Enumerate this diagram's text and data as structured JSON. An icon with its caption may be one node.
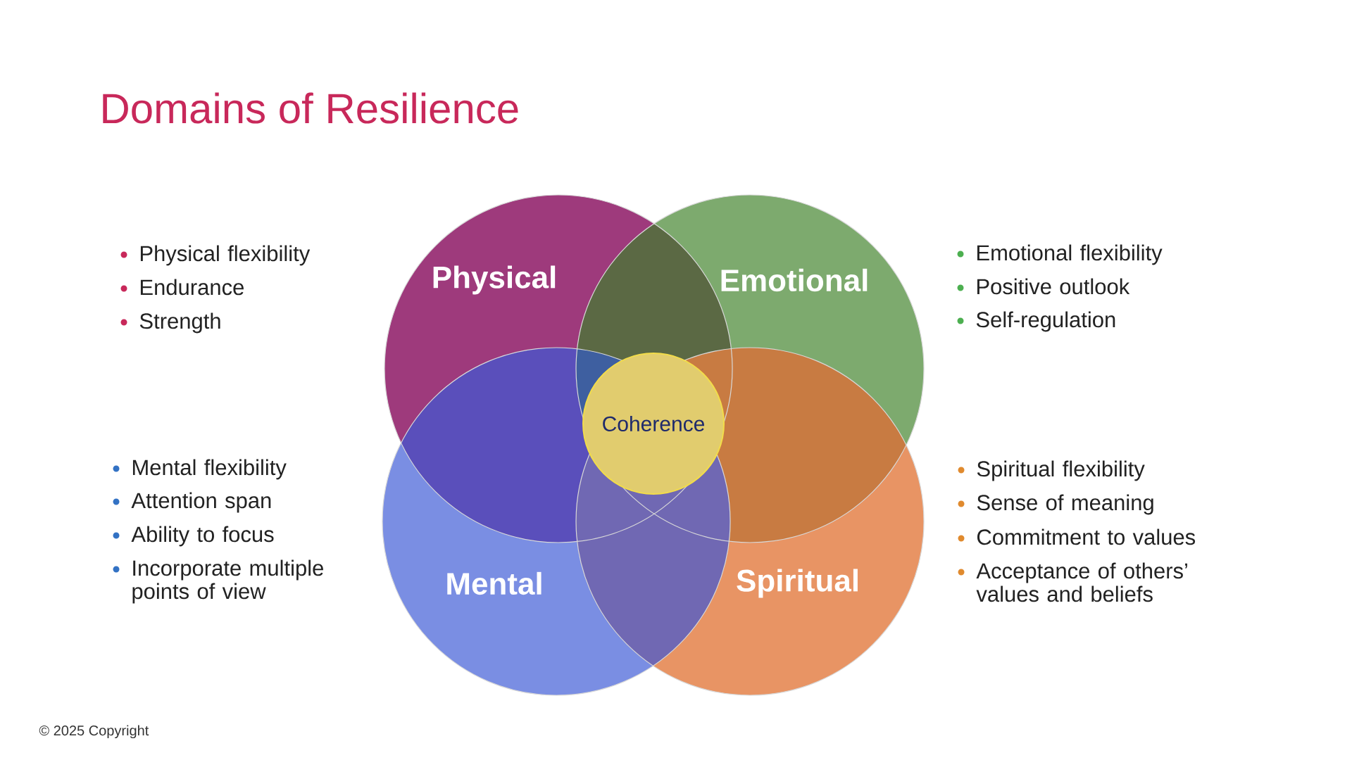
{
  "diagram": {
    "title": "Domains of Resilience",
    "nodes": [
      {
        "text": [
          "Physical"
        ]
      },
      {
        "text": [
          "Emotional"
        ]
      },
      {
        "text": [
          "Coherence"
        ]
      },
      {
        "text": [
          "Mental"
        ]
      },
      {
        "text": [
          "Spiritual"
        ]
      }
    ],
    "edges": [],
    "labels": [
      "Physical flexibility",
      "Endurance",
      "Strength",
      "Emotional flexibility",
      "Positive outlook",
      "Self-regulation",
      "Mental flexibility",
      "Attention span",
      "Ability to focus",
      "Incorporate multiple points of view",
      "Spiritual flexibility",
      "Sense of meaning",
      "Commitment to values",
      "Acceptance of others’ values and beliefs",
      "© 2025 Copyright"
    ]
  }
}
